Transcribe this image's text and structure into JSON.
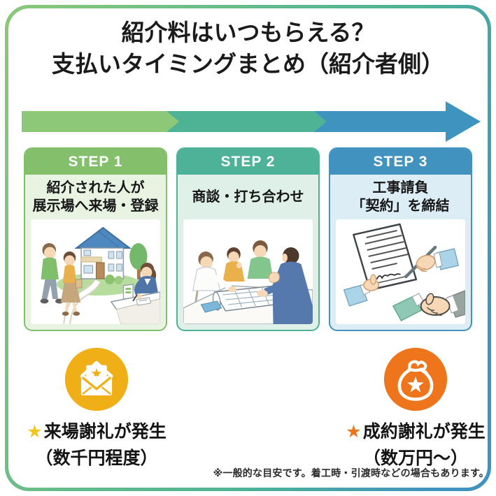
{
  "title": {
    "line1": "紹介料はいつもらえる？",
    "line2": "支払いタイミングまとめ（紹介者側）"
  },
  "arrow": {
    "green": "#8CC878",
    "teal": "#4EB394",
    "blue": "#3E93BF"
  },
  "steps": [
    {
      "label": "STEP 1",
      "desc_line1": "紹介された人が",
      "desc_line2": "展示場へ来場・登録",
      "color": "#84BF6C",
      "tint": "#E9F3E1"
    },
    {
      "label": "STEP 2",
      "desc_line1": "商談・打ち合わせ",
      "desc_line2": "",
      "color": "#4DB298",
      "tint": "#DFF0E9"
    },
    {
      "label": "STEP 3",
      "desc_line1": "工事請負",
      "desc_line2": "「契約」を締結",
      "color": "#4192BE",
      "tint": "#DCEDF5"
    }
  ],
  "rewards": [
    {
      "star": "★",
      "title": "来場謝礼が発生",
      "amount": "（数千円程度）",
      "star_color": "#F5C41D",
      "circle_color": "#F0AF16",
      "icon": "envelope-with-star"
    },
    {
      "star": "★",
      "title": "成約謝礼が発生",
      "amount": "（数万円〜）",
      "star_color": "#EE751B",
      "circle_color": "#EE751B",
      "icon": "money-bag-with-star"
    }
  ],
  "note": "※一般的な目安です。着工時・引渡時などの場合もあります。"
}
